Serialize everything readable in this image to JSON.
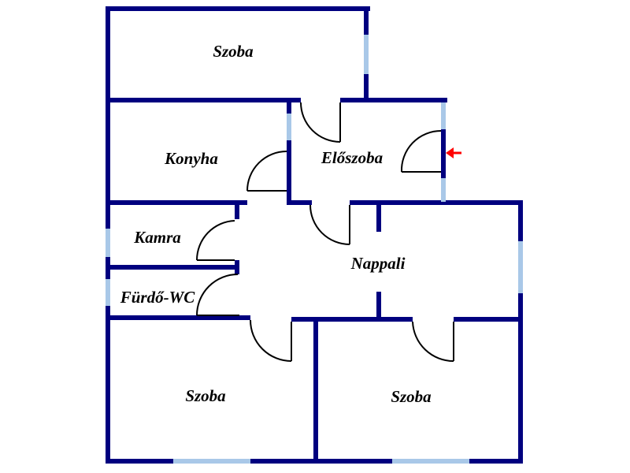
{
  "colors": {
    "wall": "#00007f",
    "window": "#a9c8e8",
    "door": "#000000",
    "entrance_arrow": "#ff0000",
    "label": "#000000"
  },
  "rooms": {
    "szoba_top": "Szoba",
    "konyha": "Konyha",
    "eloszoba": "Előszoba",
    "kamra": "Kamra",
    "furdo_wc": "Fürdő-WC",
    "nappali": "Nappali",
    "szoba_bottom_left": "Szoba",
    "szoba_bottom_right": "Szoba"
  },
  "icons": {
    "entrance": "arrow-left-icon"
  }
}
